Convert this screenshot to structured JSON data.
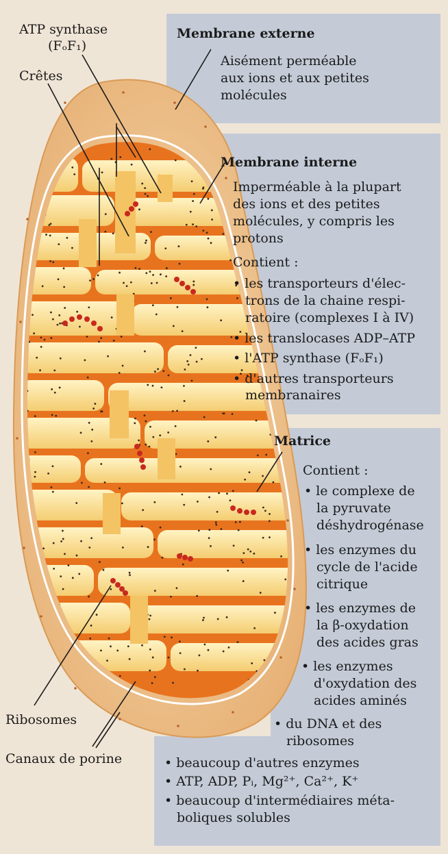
{
  "labels": {
    "atp_synthase": "ATP synthase",
    "atp_synthase_formula": "(FₒF₁)",
    "cretes": "Crêtes",
    "ribosomes": "Ribosomes",
    "canaux_porine": "Canaux de porine"
  },
  "membrane_externe": {
    "title": "Membrane externe",
    "lines": [
      "Aisément perméable",
      "aux ions et aux petites",
      "molécules"
    ]
  },
  "membrane_interne": {
    "title": "Membrane interne",
    "lines": [
      "Imperméable à la plupart",
      "des ions et des petites",
      "molécules, y compris les",
      "protons"
    ],
    "contient": "Contient :",
    "items": [
      "les transporteurs d'élec-",
      "trons de la chaine respi-",
      "ratoire (complexes I à IV)",
      "les translocases ADP–ATP",
      "l'ATP synthase (FₒF₁)",
      "d'autres transporteurs",
      "membranaires"
    ]
  },
  "matrice": {
    "title": "Matrice",
    "contient": "Contient :",
    "items": [
      "le complexe de",
      "la pyruvate",
      "déshydrogénase",
      "les enzymes du",
      "cycle de l'acide",
      "citrique",
      "les enzymes de",
      "la β-oxydation",
      "des acides gras",
      "les enzymes",
      "d'oxydation des",
      "acides aminés",
      "du DNA et des",
      "ribosomes",
      "beaucoup d'autres enzymes",
      "ATP, ADP, Pᵢ, Mg²⁺, Ca²⁺, K⁺",
      "beaucoup d'intermédiaires méta-",
      "boliques solubles"
    ]
  },
  "colors": {
    "panel": "#c4cbd7",
    "outer_membrane": "#eec58f",
    "inner_membrane": "#e8731e",
    "matrix": "#fbe5a0",
    "ribosome": "#c8281e"
  }
}
